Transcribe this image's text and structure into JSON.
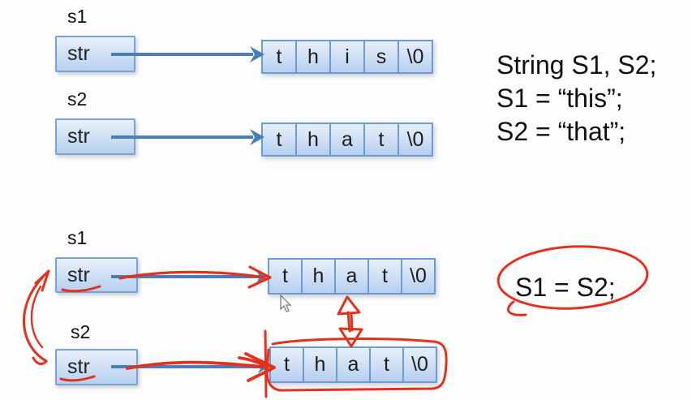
{
  "colors": {
    "annotation_red": "#e5301d",
    "arrow_blue": "#4a7ebb",
    "box_border": "#7aa3d4",
    "cell_border": "#6f9bd1",
    "box_fill_top": "#e9f1fb",
    "box_fill_bottom": "#b7cfef"
  },
  "diagram_top": {
    "s1_label": "s1",
    "s1_pointer_label": "str",
    "s1_cells": [
      "t",
      "h",
      "i",
      "s",
      "\\0"
    ],
    "s2_label": "s2",
    "s2_pointer_label": "str",
    "s2_cells": [
      "t",
      "h",
      "a",
      "t",
      "\\0"
    ],
    "code_lines": [
      "String S1, S2;",
      "S1 = “this”;",
      "S2 = “that”;"
    ]
  },
  "diagram_bottom": {
    "s1_label": "s1",
    "s1_pointer_label": "str",
    "s1_cells": [
      "t",
      "h",
      "a",
      "t",
      "\\0"
    ],
    "s2_label": "s2",
    "s2_pointer_label": "str",
    "s2_cells": [
      "t",
      "h",
      "a",
      "t",
      "\\0"
    ],
    "code": "S1 = S2;"
  },
  "annotations": {
    "red_marks": [
      "underline-under-s1-str",
      "underline-under-s2-str",
      "red-trace-over-s1-arrow",
      "red-trace-over-s2-arrow",
      "double-headed-arrow-between-arrays",
      "box-drawn-around-s2-array",
      "curved-arrow-linking-s2-to-s1",
      "circle-around-assignment-code"
    ]
  }
}
